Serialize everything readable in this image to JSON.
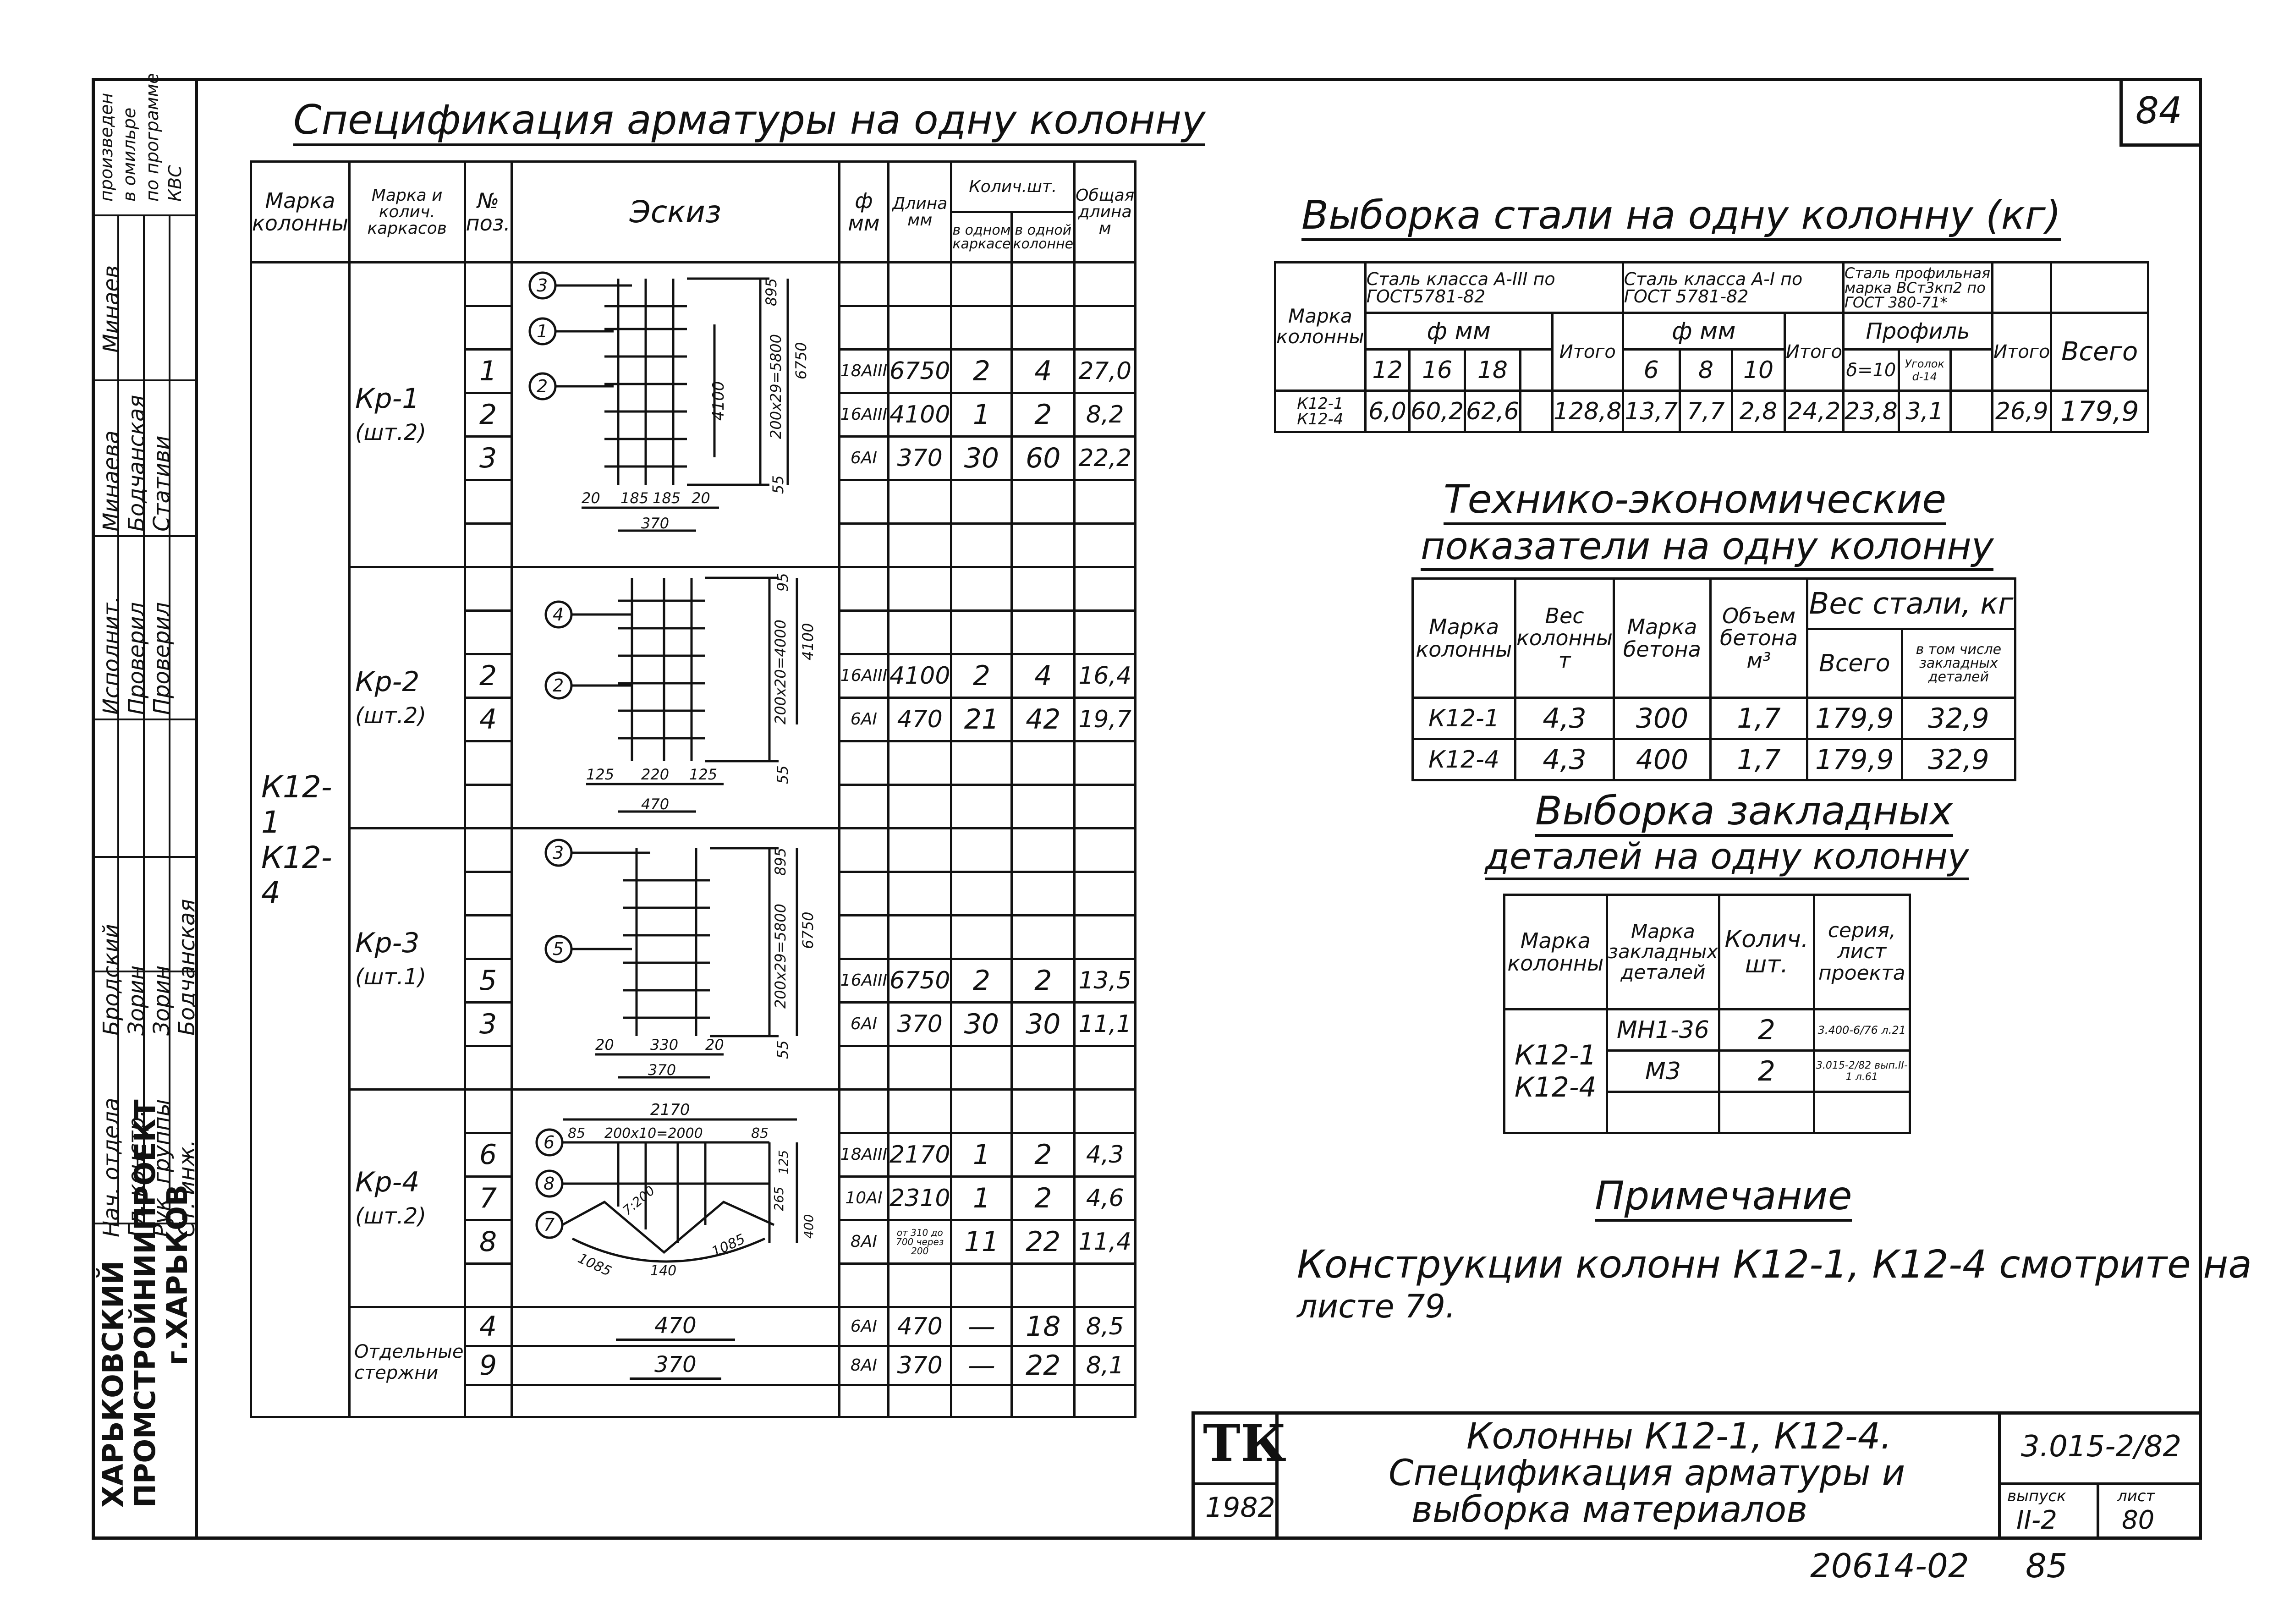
{
  "page_number": "84",
  "side_stamp": {
    "top_note": [
      "произведен",
      "в омильре",
      "по программе",
      "КВС"
    ],
    "roles": [
      "Нач. отдела",
      "Гл. констр.",
      "Рук. группы",
      "Ст. инж.",
      "Исполнит.",
      "Проверил",
      "Проверил"
    ],
    "names": [
      "Бродский",
      "Зорин",
      "Зорин",
      "Бодчанская",
      "Минаева",
      "Бодчанская",
      "Стативи",
      "Минаев"
    ],
    "org": [
      "ХАРЬКОВСКИЙ",
      "ПРОМСТРОЙНИИПРОЕКТ",
      "г.ХАРЬКОВ"
    ]
  },
  "spec": {
    "title": "Спецификация арматуры на одну колонну",
    "headers": {
      "mark": "Марка колонны",
      "cage": "Марка и колич. каркасов",
      "pos": "№ поз.",
      "sketch": "Эскиз",
      "dia": "ф мм",
      "len": "Длина мм",
      "qty": "Колич.шт.",
      "qty_cage": "в одном каркасе",
      "qty_col": "в одной колонне",
      "total": "Общая длина м"
    },
    "column_mark_1": "К12-1",
    "column_mark_2": "К12-4",
    "groups": [
      {
        "cage": "Кр-1",
        "cage_qty": "(шт.2)",
        "rows": [
          {
            "pos": "1",
            "dia": "18AIII",
            "len": "6750",
            "q1": "2",
            "q2": "4",
            "total": "27,0"
          },
          {
            "pos": "2",
            "dia": "16AIII",
            "len": "4100",
            "q1": "1",
            "q2": "2",
            "total": "8,2"
          },
          {
            "pos": "3",
            "dia": "6AI",
            "len": "370",
            "q1": "30",
            "q2": "60",
            "total": "22,2"
          }
        ]
      },
      {
        "cage": "Кр-2",
        "cage_qty": "(шт.2)",
        "rows": [
          {
            "pos": "2",
            "dia": "16AIII",
            "len": "4100",
            "q1": "2",
            "q2": "4",
            "total": "16,4"
          },
          {
            "pos": "4",
            "dia": "6AI",
            "len": "470",
            "q1": "21",
            "q2": "42",
            "total": "19,7"
          }
        ]
      },
      {
        "cage": "Кр-3",
        "cage_qty": "(шт.1)",
        "rows": [
          {
            "pos": "5",
            "dia": "16AIII",
            "len": "6750",
            "q1": "2",
            "q2": "2",
            "total": "13,5"
          },
          {
            "pos": "3",
            "dia": "6AI",
            "len": "370",
            "q1": "30",
            "q2": "30",
            "total": "11,1"
          }
        ]
      },
      {
        "cage": "Кр-4",
        "cage_qty": "(шт.2)",
        "rows": [
          {
            "pos": "6",
            "dia": "18AIII",
            "len": "2170",
            "q1": "1",
            "q2": "2",
            "total": "4,3"
          },
          {
            "pos": "7",
            "dia": "10AI",
            "len": "2310",
            "q1": "1",
            "q2": "2",
            "total": "4,6"
          },
          {
            "pos": "8",
            "dia": "8AI",
            "len": "от 310 до 700 через 200",
            "q1": "11",
            "q2": "22",
            "total": "11,4"
          }
        ]
      },
      {
        "cage": "Отдельные стержни",
        "cage_qty": "",
        "rows": [
          {
            "pos": "4",
            "dia": "6AI",
            "len": "470",
            "q1": "—",
            "q2": "18",
            "total": "8,5"
          },
          {
            "pos": "9",
            "dia": "8AI",
            "len": "370",
            "q1": "—",
            "q2": "22",
            "total": "8,1"
          }
        ]
      }
    ],
    "sketch_labels": {
      "kr1": {
        "c1": "3",
        "c2": "1",
        "c3": "2",
        "d895": "895",
        "d200": "200х29=5800",
        "d6750": "6750",
        "d4100": "4100",
        "d55": "55",
        "b1": "20",
        "b2": "185",
        "b3": "185",
        "b4": "20",
        "b5": "370"
      },
      "kr2": {
        "c1": "4",
        "c2": "2",
        "d200": "200х20=4000",
        "d95": "95",
        "d4100": "4100",
        "d55": "55",
        "b1": "125",
        "b2": "220",
        "b3": "125",
        "b4": "470"
      },
      "kr3": {
        "c1": "3",
        "c2": "5",
        "d895": "895",
        "d200": "200х29=5800",
        "d6750": "6750",
        "d55": "55",
        "b1": "20",
        "b2": "330",
        "b3": "20",
        "b4": "370"
      },
      "kr4": {
        "c1": "6",
        "c2": "8",
        "c3": "7",
        "t2170": "2170",
        "t85a": "85",
        "t200": "200х10=2000",
        "t85b": "85",
        "a1": "7:200",
        "r125": "125",
        "r265": "265",
        "r400": "400",
        "b1": "1085",
        "b2": "140",
        "b3": "1085"
      },
      "rod4": "470",
      "rod9": "370"
    }
  },
  "steel": {
    "title": "Выборка стали на одну колонну (кг)",
    "h_mark": "Марка колонны",
    "h_a3": "Сталь класса А-III по ГОСТ5781-82",
    "h_a1": "Сталь класса А-I по ГОСТ 5781-82",
    "h_prof": "Сталь профильная марка ВСт3кп2 по ГОСТ 380-71*",
    "h_fmm": "ф мм",
    "h_fmm2": "ф мм",
    "h_profile": "Профиль",
    "h_total": "Всего",
    "sub": [
      "12",
      "16",
      "18",
      "Итого",
      "6",
      "8",
      "10",
      "Итого",
      "δ=10",
      "Уголок d-14",
      "Итого"
    ],
    "row_mark": [
      "К12-1",
      "К12-4"
    ],
    "values": [
      "6,0",
      "60,2",
      "62,6",
      "128,8",
      "13,7",
      "7,7",
      "2,8",
      "24,2",
      "23,8",
      "3,1",
      "26,9",
      "179,9"
    ]
  },
  "tep": {
    "title1": "Технико-экономические",
    "title2": "показатели на одну колонну",
    "h": {
      "mark": "Марка колонны",
      "weight": "Вес колонны т",
      "concrete": "Марка бетона",
      "volume": "Объем бетона м³",
      "steel": "Вес стали, кг",
      "total": "Всего",
      "emb": "в том числе закладных деталей"
    },
    "rows": [
      {
        "mark": "К12-1",
        "weight": "4,3",
        "concrete": "300",
        "volume": "1,7",
        "total": "179,9",
        "emb": "32,9"
      },
      {
        "mark": "К12-4",
        "weight": "4,3",
        "concrete": "400",
        "volume": "1,7",
        "total": "179,9",
        "emb": "32,9"
      }
    ]
  },
  "emb": {
    "title1": "Выборка закладных",
    "title2": "деталей на одну колонну",
    "h": {
      "mark": "Марка колонны",
      "det": "Марка закладных деталей",
      "qty": "Колич. шт.",
      "series": "серия, лист проекта"
    },
    "col_mark_1": "К12-1",
    "col_mark_2": "К12-4",
    "rows": [
      {
        "det": "МН1-36",
        "qty": "2",
        "series": "3.400-6/76 л.21"
      },
      {
        "det": "М3",
        "qty": "2",
        "series": "3.015-2/82 вып.II-1 л.61"
      }
    ]
  },
  "note": {
    "title": "Примечание",
    "text1": "Конструкции колонн К12-1, К12-4 смотрите на",
    "text2": "листе 79."
  },
  "stamp": {
    "logo": "ТК",
    "year": "1982",
    "line1": "Колонны К12-1, К12-4.",
    "line2": "Спецификация арматуры и",
    "line3": "выборка материалов",
    "code": "3.015-2/82",
    "issue_label": "выпуск",
    "issue": "II-2",
    "sheet_label": "лист",
    "sheet": "80"
  },
  "bottom_code": "20614-02",
  "bottom_num": "85"
}
